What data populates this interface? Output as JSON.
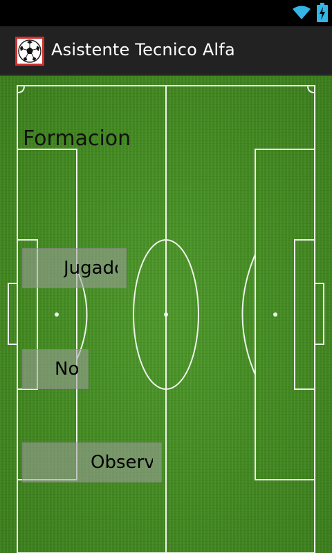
{
  "status_bar": {
    "icons": [
      "wifi-icon",
      "battery-charging-icon"
    ]
  },
  "action_bar": {
    "app_icon": "soccer-ball-icon",
    "title": "Asistente Tecnico Alfa"
  },
  "field": {
    "formation_label": "Formacion",
    "buttons": {
      "jugadores": "Jugadores",
      "notas": "Notas",
      "observaciones": "Observaciones"
    }
  },
  "colors": {
    "action_bar": "#222222",
    "grass": "#448b22",
    "lines": "#ffffff",
    "app_icon_border": "#d32f2f"
  }
}
